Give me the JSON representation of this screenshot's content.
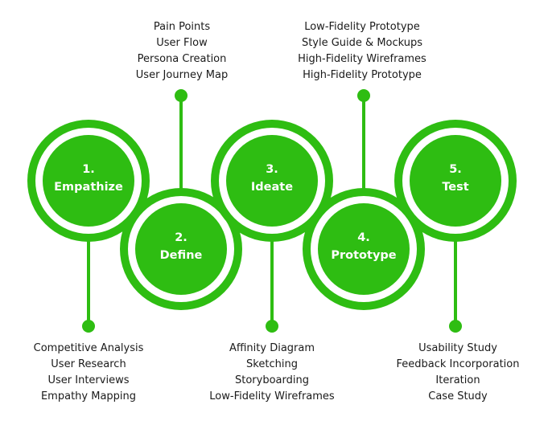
{
  "colors": {
    "accent": "#2ebd12",
    "background": "#ffffff",
    "text": "#1a1a1a"
  },
  "stages": [
    {
      "number": "1.",
      "name": "Empathize"
    },
    {
      "number": "2.",
      "name": "Define"
    },
    {
      "number": "3.",
      "name": "Ideate"
    },
    {
      "number": "4.",
      "name": "Prototype"
    },
    {
      "number": "5.",
      "name": "Test"
    }
  ],
  "lists": {
    "define": [
      "Pain Points",
      "User Flow",
      "Persona Creation",
      "User Journey Map"
    ],
    "prototype": [
      "Low-Fidelity Prototype",
      "Style Guide & Mockups",
      "High-Fidelity Wireframes",
      "High-Fidelity Prototype"
    ],
    "empathize": [
      "Competitive Analysis",
      "User Research",
      "User Interviews",
      "Empathy Mapping"
    ],
    "ideate": [
      "Affinity Diagram",
      "Sketching",
      "Storyboarding",
      "Low-Fidelity Wireframes"
    ],
    "test": [
      "Usability Study",
      "Feedback Incorporation",
      "Iteration",
      "Case Study"
    ]
  }
}
